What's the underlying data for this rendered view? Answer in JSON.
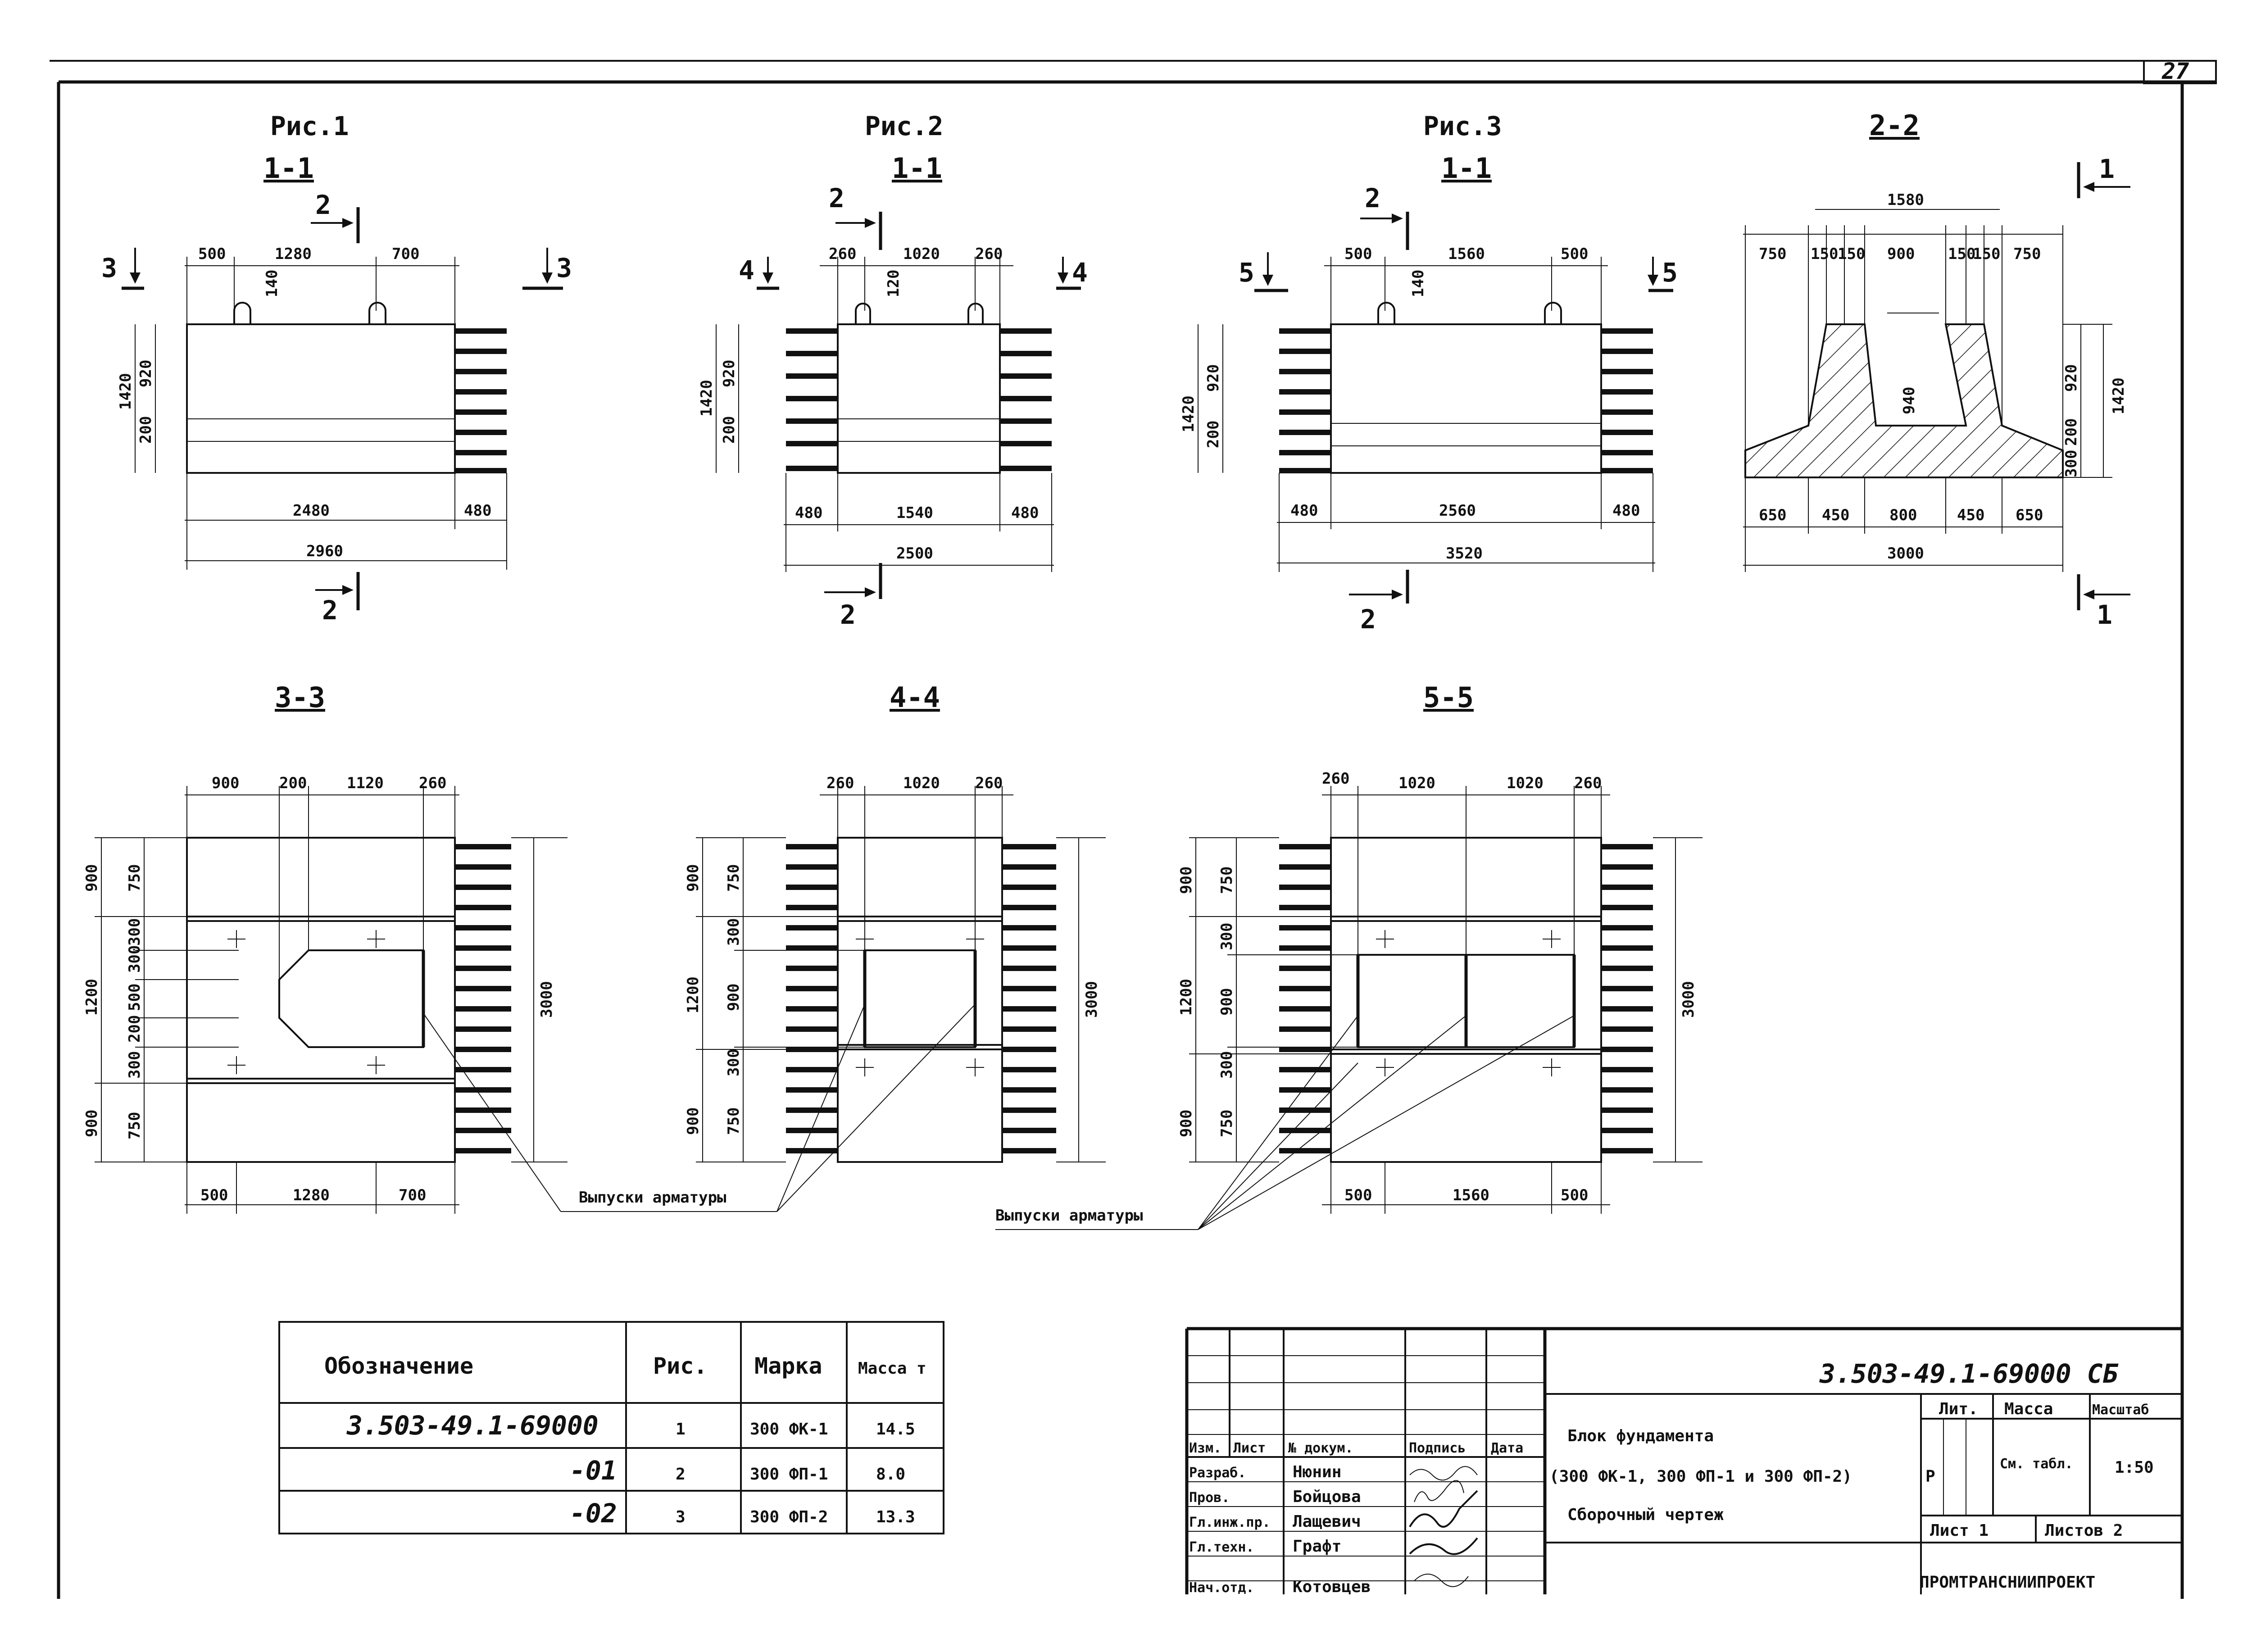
{
  "page_number": "27",
  "figures": [
    {
      "label": "Рис.1",
      "section": "1-1",
      "dims_top": [
        "500",
        "1280",
        "700"
      ],
      "lug": "140",
      "height": "1420",
      "parts_v": [
        "920",
        "200"
      ],
      "dims_bottom": [
        "2480",
        "480"
      ],
      "total": "2960"
    },
    {
      "label": "Рис.2",
      "section": "1-1",
      "dims_top": [
        "260",
        "1020",
        "260"
      ],
      "lug": "120",
      "height": "1420",
      "parts_v": [
        "920",
        "200"
      ],
      "dims_bottom": [
        "480",
        "1540",
        "480"
      ],
      "total": "2500"
    },
    {
      "label": "Рис.3",
      "section": "1-1",
      "dims_top": [
        "500",
        "1560",
        "500"
      ],
      "lug": "140",
      "height": "1420",
      "parts_v": [
        "920",
        "200"
      ],
      "dims_bottom": [
        "480",
        "2560",
        "480"
      ],
      "total": "3520"
    }
  ],
  "cut_marks": {
    "c2": "2",
    "c3": "3",
    "c4": "4",
    "c5": "5",
    "c1": "1"
  },
  "section_22": {
    "title": "2-2",
    "top": "1580",
    "dims_top": [
      "750",
      "150",
      "150",
      "900",
      "150",
      "150",
      "750"
    ],
    "inner": "940",
    "right": [
      "920",
      "200",
      "300"
    ],
    "height": "1420",
    "dims_bottom": [
      "650",
      "450",
      "800",
      "450",
      "650"
    ],
    "total": "3000"
  },
  "plans": [
    {
      "title": "3-3",
      "dims_top": [
        "900",
        "200",
        "1120",
        "260"
      ],
      "left_outer": [
        "900",
        "1200",
        "900"
      ],
      "left_inner": [
        "750",
        "300",
        "300",
        "500",
        "200",
        "300",
        "750"
      ],
      "height": "3000",
      "dims_bottom": [
        "500",
        "1280",
        "700"
      ]
    },
    {
      "title": "4-4",
      "dims_top": [
        "260",
        "1020",
        "260"
      ],
      "left_outer": [
        "900",
        "1200",
        "900"
      ],
      "left_inner": [
        "750",
        "300",
        "900",
        "300",
        "750"
      ],
      "height": "3000",
      "dims_bottom": []
    },
    {
      "title": "5-5",
      "dims_top": [
        "260",
        "1020",
        "1020",
        "260"
      ],
      "left_outer": [
        "900",
        "1200",
        "900"
      ],
      "left_inner": [
        "750",
        "300",
        "900",
        "300",
        "750"
      ],
      "height": "3000",
      "dims_bottom": [
        "500",
        "1560",
        "500"
      ]
    }
  ],
  "callout": "Выпуски арматуры",
  "spec_table": {
    "headers": [
      "Обозначение",
      "Рис.",
      "Марка",
      "Масса т"
    ],
    "rows": [
      [
        "3.503-49.1-69000",
        "1",
        "300 ФК-1",
        "14.5"
      ],
      [
        "-01",
        "2",
        "300 ФП-1",
        "8.0"
      ],
      [
        "-02",
        "3",
        "300 ФП-2",
        "13.3"
      ]
    ]
  },
  "title_block": {
    "code": "3.503-49.1-69000 СБ",
    "head": [
      "Изм.",
      "Лист",
      "№ докум.",
      "Подпись",
      "Дата"
    ],
    "roles": [
      {
        "role": "Разраб.",
        "name": "Нюнин"
      },
      {
        "role": "Пров.",
        "name": "Бойцова"
      },
      {
        "role": "Гл.инж.пр.",
        "name": "Лащевич"
      },
      {
        "role": "Гл.техн.",
        "name": "Графт"
      },
      {
        "role": "Нач.отд.",
        "name": "Котовцев"
      }
    ],
    "title_lines": [
      "Блок фундамента",
      "(300 ФК-1, 300 ФП-1 и 300 ФП-2)",
      "Сборочный чертеж"
    ],
    "lit_label": "Лит.",
    "mass_label": "Масса",
    "scale_label": "Масштаб",
    "lit_value": "Р",
    "mass_value": "См. табл.",
    "scale_value": "1:50",
    "sheet": "Лист 1",
    "sheets": "Листов 2",
    "org": "ПРОМТРАНСНИИПРОЕКТ"
  }
}
